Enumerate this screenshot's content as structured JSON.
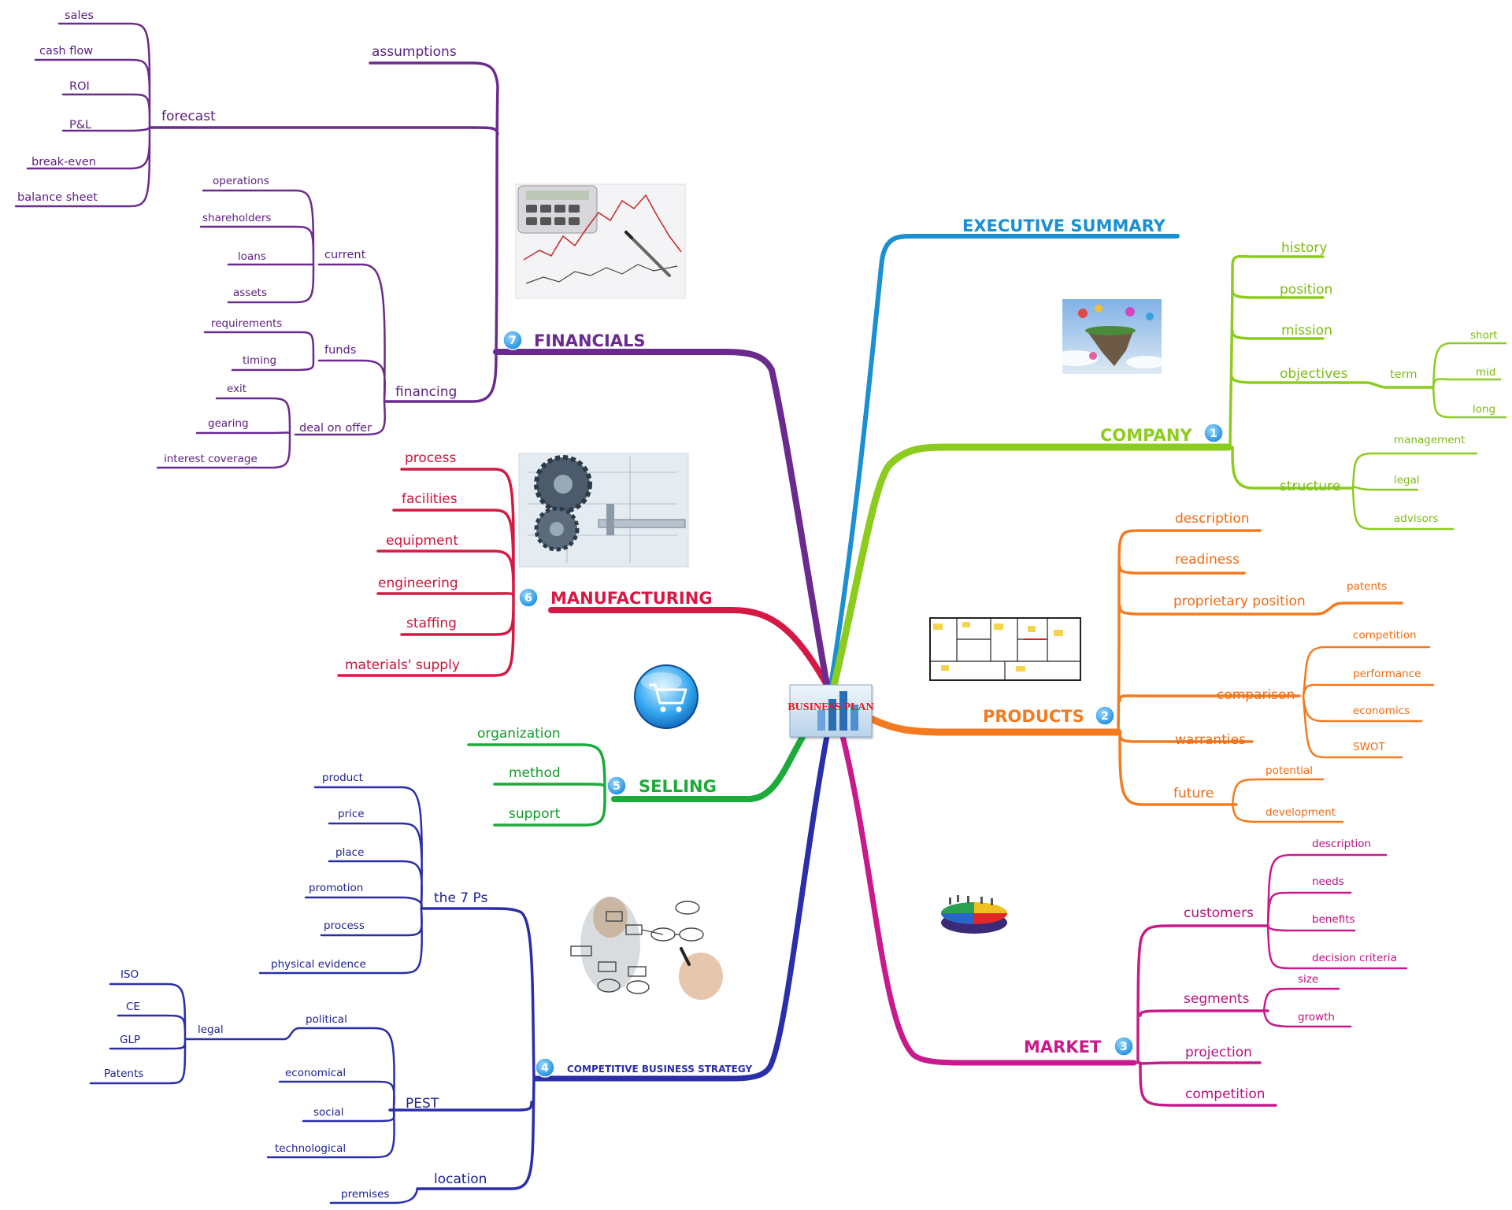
{
  "center": {
    "label": "BUSINESS PLAN"
  },
  "branches": {
    "executive_summary": {
      "title": "EXECUTIVE SUMMARY",
      "color": "#1a8fd1"
    },
    "company": {
      "title": "COMPANY",
      "number": "1",
      "color": "#8ccc1e",
      "items": [
        "history",
        "position",
        "mission",
        "objectives",
        "structure"
      ],
      "objectives_term": "term",
      "term_items": [
        "short",
        "mid",
        "long"
      ],
      "structure_items": [
        "management",
        "legal",
        "advisors"
      ]
    },
    "products": {
      "title": "PRODUCTS",
      "number": "2",
      "color": "#f47a1f",
      "items": [
        "description",
        "readiness",
        "proprietary position",
        "comparison",
        "warranties",
        "future"
      ],
      "proprietary_items": [
        "patents"
      ],
      "comparison_items": [
        "competition",
        "performance",
        "economics",
        "SWOT"
      ],
      "future_items": [
        "potential",
        "development"
      ]
    },
    "market": {
      "title": "MARKET",
      "number": "3",
      "color": "#c81a8c",
      "items": [
        "customers",
        "segments",
        "projection",
        "competition"
      ],
      "customer_items": [
        "description",
        "needs",
        "benefits",
        "decision criteria"
      ],
      "segment_items": [
        "size",
        "growth"
      ]
    },
    "strategy": {
      "title": "COMPETITIVE BUSINESS STRATEGY",
      "number": "4",
      "color": "#2a2ea8",
      "items": [
        "the 7 Ps",
        "PEST",
        "location"
      ],
      "seven_ps": [
        "product",
        "price",
        "place",
        "promotion",
        "process",
        "physical evidence"
      ],
      "pest": [
        "political",
        "economical",
        "social",
        "technological"
      ],
      "political_sub": "legal",
      "legal_items": [
        "ISO",
        "CE",
        "GLP",
        "Patents"
      ],
      "location_items": [
        "premises"
      ]
    },
    "selling": {
      "title": "SELLING",
      "number": "5",
      "color": "#1caa3a",
      "items": [
        "organization",
        "method",
        "support"
      ]
    },
    "manufacturing": {
      "title": "MANUFACTURING",
      "number": "6",
      "color": "#d41a44",
      "items": [
        "process",
        "facilities",
        "equipment",
        "engineering",
        "staffing",
        "materials' supply"
      ]
    },
    "financials": {
      "title": "FINANCIALS",
      "number": "7",
      "color": "#6a2a8e",
      "items": [
        "assumptions",
        "forecast",
        "financing"
      ],
      "forecast_items": [
        "sales",
        "cash flow",
        "ROI",
        "P&L",
        "break-even",
        "balance sheet"
      ],
      "financing_items": [
        "current",
        "funds",
        "deal on offer"
      ],
      "current_items": [
        "operations",
        "shareholders",
        "loans",
        "assets"
      ],
      "funds_items": [
        "requirements",
        "timing"
      ],
      "deal_items": [
        "exit",
        "gearing",
        "interest coverage"
      ]
    }
  }
}
